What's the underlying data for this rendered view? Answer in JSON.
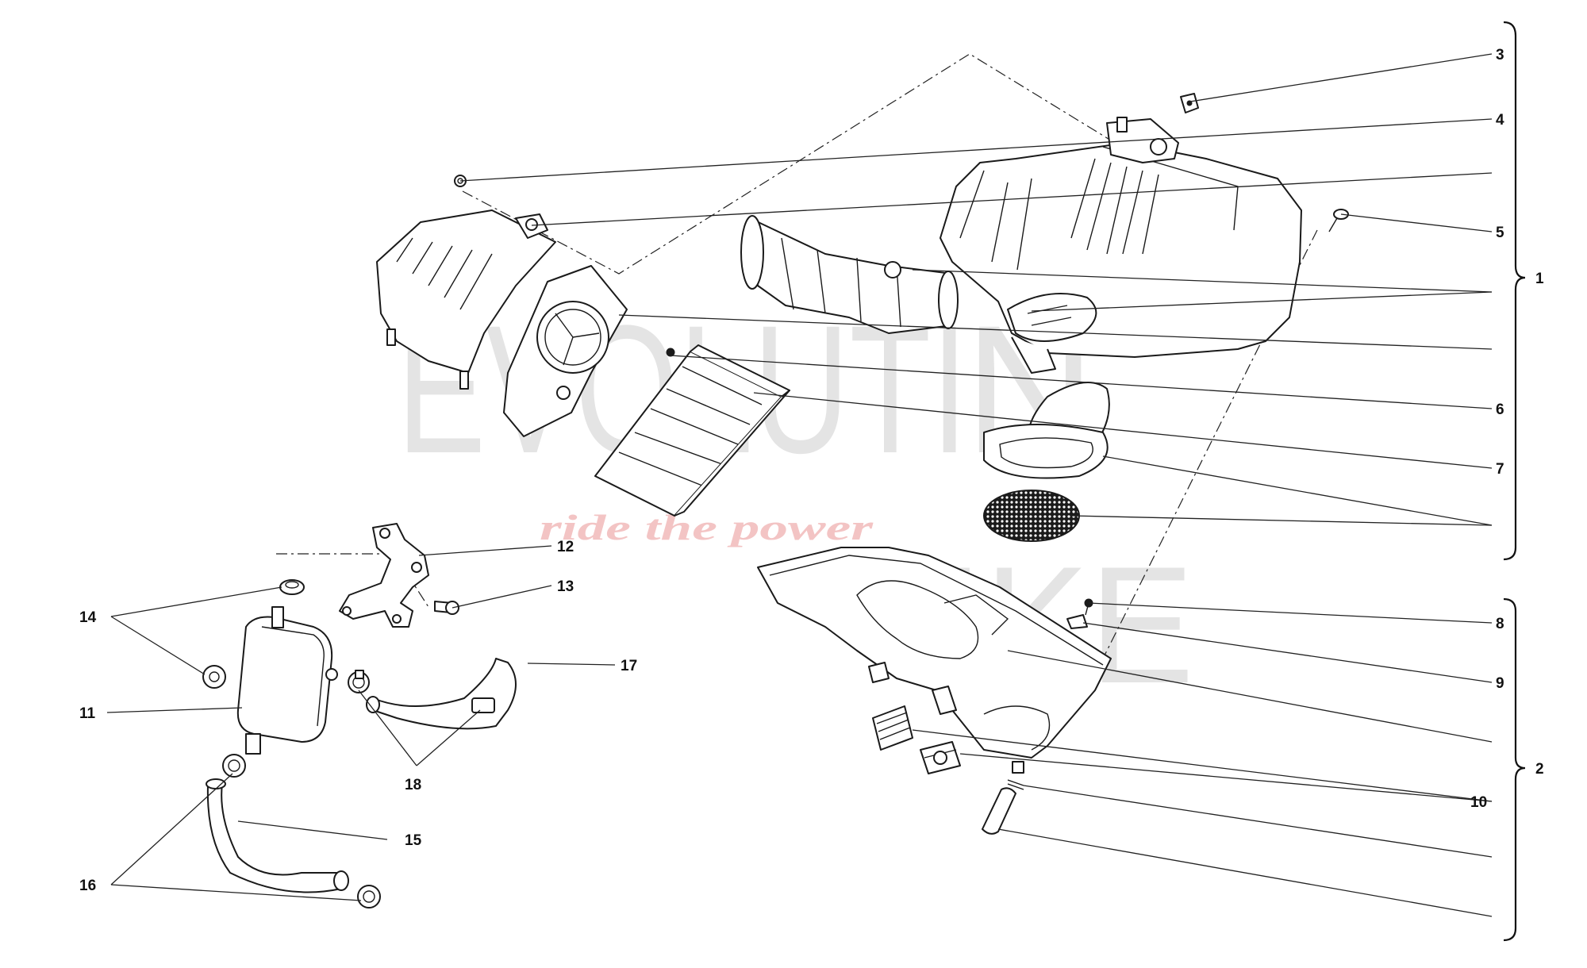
{
  "watermark": {
    "brand_left": "EVOLUTI",
    "brand_right": "N",
    "brand_bottom": "IKE",
    "tagline": "ride the power"
  },
  "callouts": {
    "n1": "1",
    "n2": "2",
    "n3": "3",
    "n4": "4",
    "n5": "5",
    "n6": "6",
    "n7": "7",
    "n8": "8",
    "n9": "9",
    "n10": "10",
    "n11": "11",
    "n12": "12",
    "n13": "13",
    "n14": "14",
    "n15": "15",
    "n16": "16",
    "n17": "17",
    "n18": "18"
  }
}
